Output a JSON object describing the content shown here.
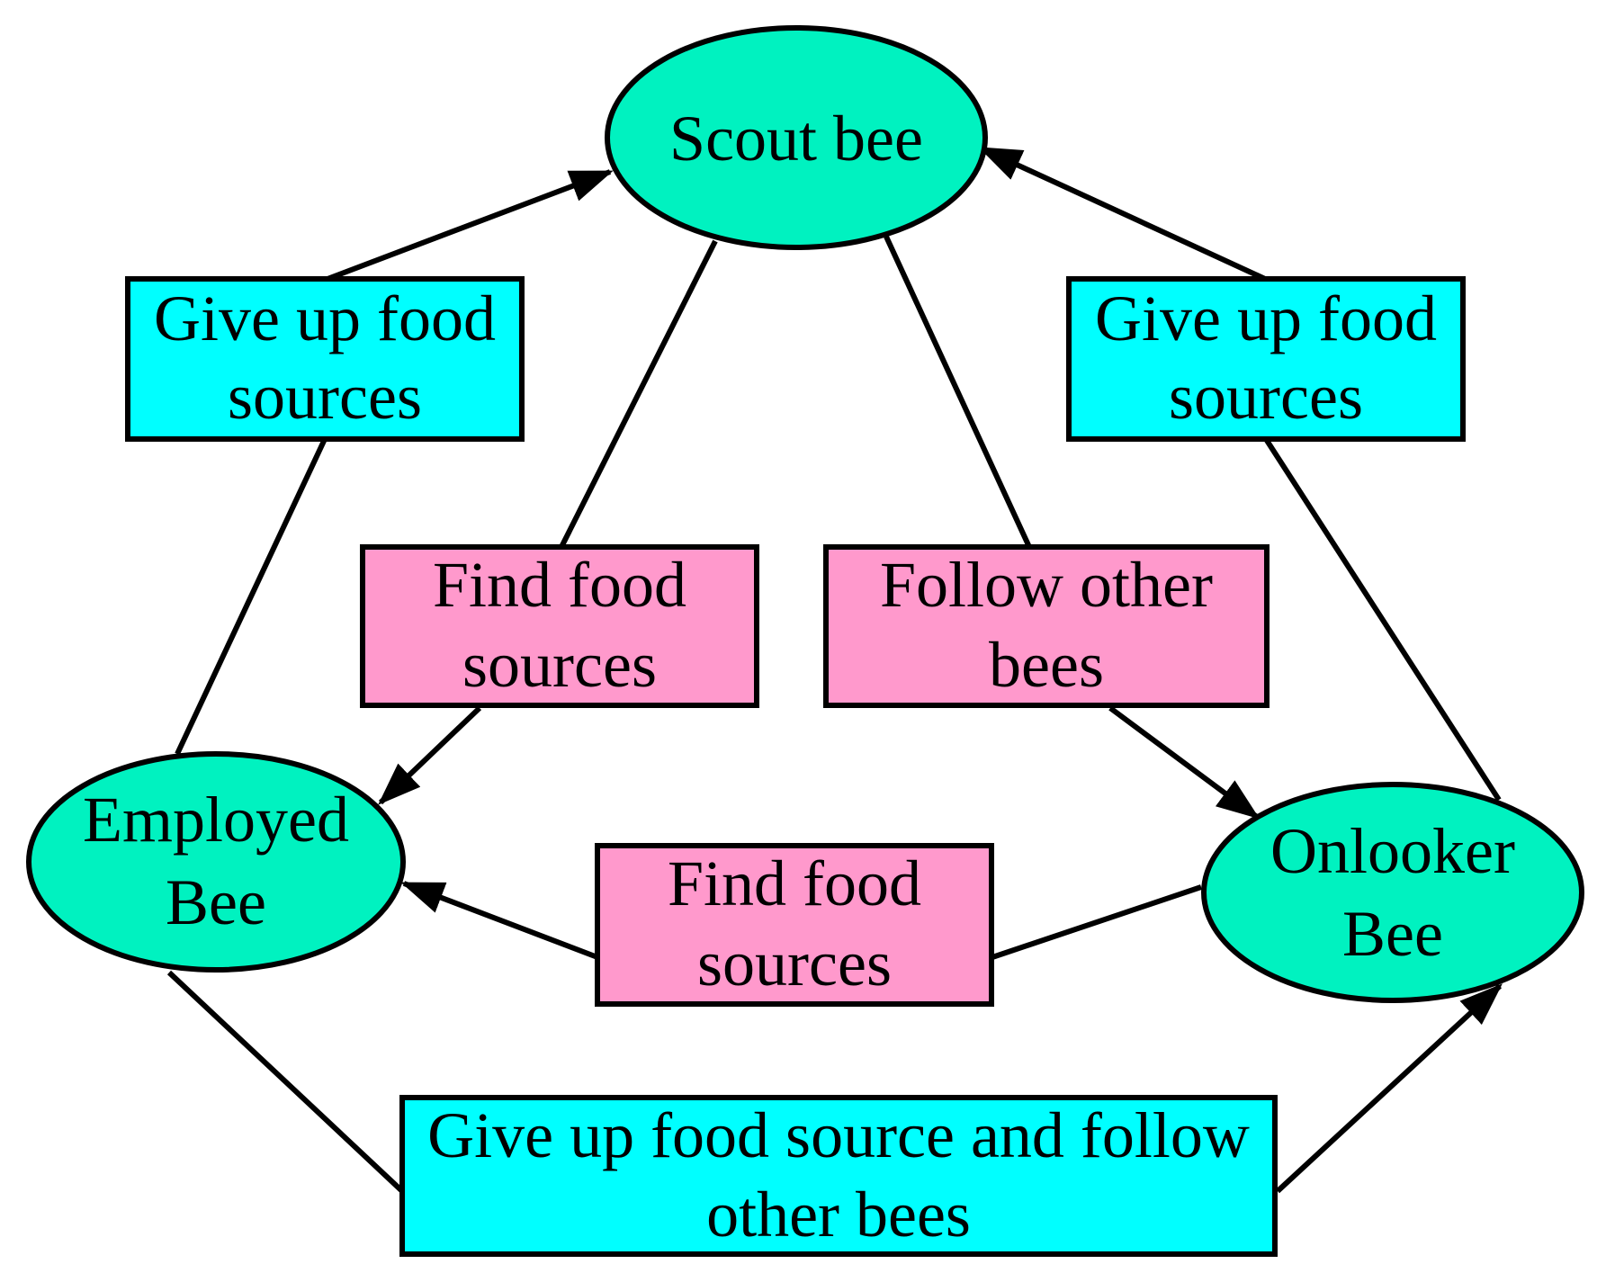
{
  "colors": {
    "bee_node": "#00F2C0",
    "give_up_box": "#00FFFF",
    "find_box": "#FF99CC",
    "line": "#000000"
  },
  "nodes": {
    "scout": {
      "line1": "Scout bee"
    },
    "employed": {
      "line1": "Employed",
      "line2": "Bee"
    },
    "onlooker": {
      "line1": "Onlooker",
      "line2": "Bee"
    }
  },
  "boxes": {
    "give_up_left": {
      "line1": "Give up food",
      "line2": "sources"
    },
    "give_up_right": {
      "line1": "Give up food",
      "line2": "sources"
    },
    "find_top": {
      "line1": "Find food",
      "line2": "sources"
    },
    "follow_top": {
      "line1": "Follow other",
      "line2": "bees"
    },
    "find_middle": {
      "line1": "Find food",
      "line2": "sources"
    },
    "give_up_bottom": {
      "line1": "Give up food source and follow",
      "line2": "other bees"
    }
  }
}
